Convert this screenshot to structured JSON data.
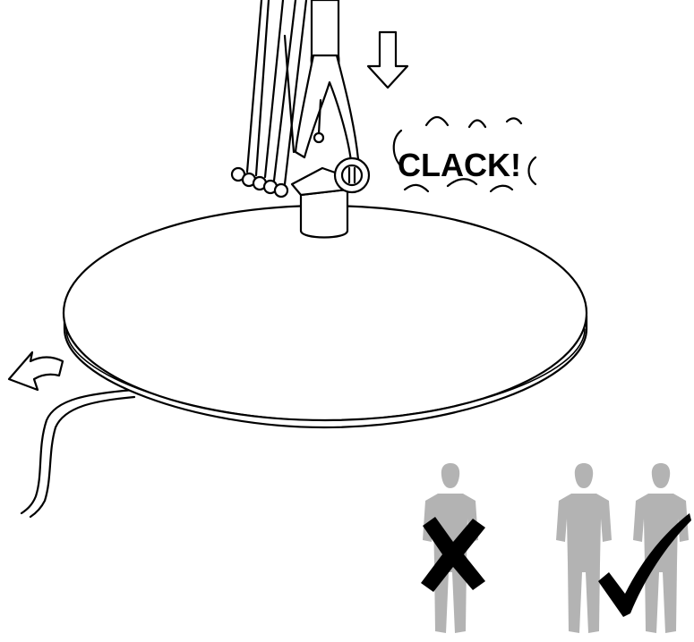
{
  "sound_effect": "CLACK!",
  "colors": {
    "line": "#000000",
    "background": "#ffffff",
    "person": "#b3b3b3"
  },
  "icons": {
    "down": "arrow-down-icon",
    "rotate": "curved-arrow-left-icon",
    "wrong": "cross-mark-icon",
    "right": "check-mark-icon"
  },
  "people": {
    "incorrect_count": 1,
    "correct_count": 2
  }
}
